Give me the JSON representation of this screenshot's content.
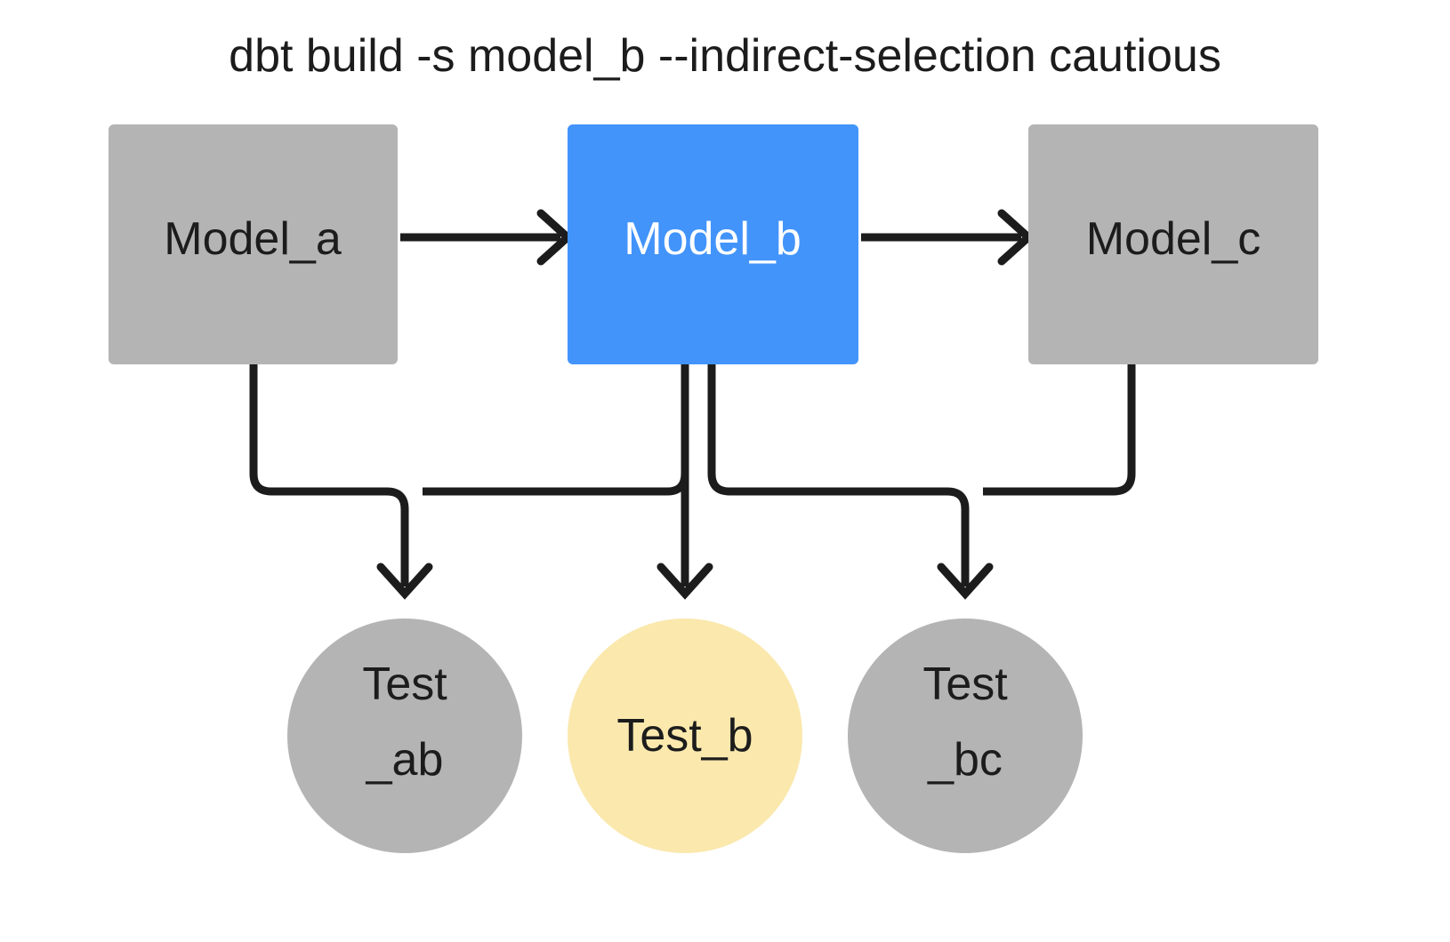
{
  "diagram": {
    "title": "dbt build -s model_b --indirect-selection cautious",
    "background_color": "#ffffff",
    "edge_color": "#1c1c1c",
    "palette": {
      "neutral_gray": "#b4b4b4",
      "selected_blue": "#4294fb",
      "selected_yellow": "#fae8ad",
      "text_dark": "#1c1c1c",
      "text_light": "#ffffff"
    },
    "models": [
      {
        "id": "model_a",
        "label": "Model_a",
        "shape": "rectangle",
        "fill": "#b4b4b4",
        "text_color": "#1c1c1c",
        "selected": false
      },
      {
        "id": "model_b",
        "label": "Model_b",
        "shape": "rectangle",
        "fill": "#4294fb",
        "text_color": "#ffffff",
        "selected": true
      },
      {
        "id": "model_c",
        "label": "Model_c",
        "shape": "rectangle",
        "fill": "#b4b4b4",
        "text_color": "#1c1c1c",
        "selected": false
      }
    ],
    "tests": [
      {
        "id": "test_ab",
        "label_line1": "Test",
        "label_line2": "_ab",
        "shape": "circle",
        "fill": "#b4b4b4",
        "text_color": "#1c1c1c",
        "selected": false
      },
      {
        "id": "test_b",
        "label_line1": "Test_b",
        "label_line2": "",
        "shape": "circle",
        "fill": "#fae8ad",
        "text_color": "#1c1c1c",
        "selected": true
      },
      {
        "id": "test_bc",
        "label_line1": "Test",
        "label_line2": "_bc",
        "shape": "circle",
        "fill": "#b4b4b4",
        "text_color": "#1c1c1c",
        "selected": false
      }
    ],
    "edges": [
      {
        "from": "model_a",
        "to": "model_b",
        "style": "straight-horizontal-arrow"
      },
      {
        "from": "model_b",
        "to": "model_c",
        "style": "straight-horizontal-arrow"
      },
      {
        "from": "model_a",
        "to": "test_ab",
        "style": "elbow-down-arrow"
      },
      {
        "from": "model_b",
        "to": "test_ab",
        "style": "elbow-down-arrow"
      },
      {
        "from": "model_b",
        "to": "test_b",
        "style": "straight-down-arrow"
      },
      {
        "from": "model_b",
        "to": "test_bc",
        "style": "elbow-down-arrow"
      },
      {
        "from": "model_c",
        "to": "test_bc",
        "style": "elbow-down-arrow"
      }
    ]
  }
}
